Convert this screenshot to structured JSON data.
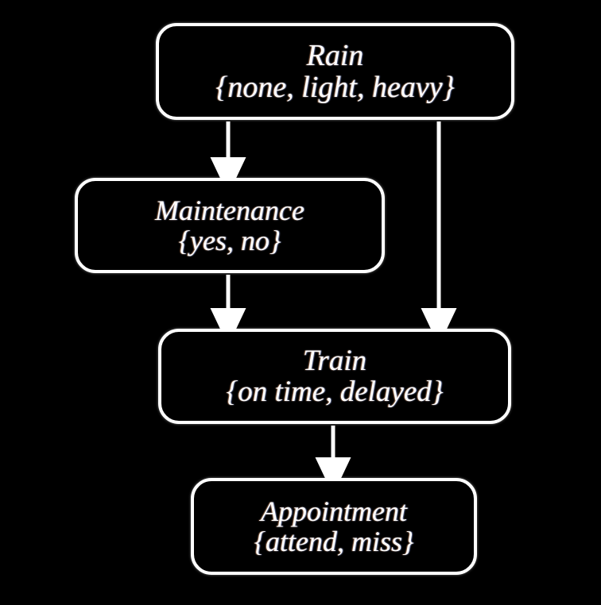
{
  "diagram": {
    "type": "causal-bayesian-network",
    "background_color": "#000000",
    "node_color": "#000000",
    "border_color": "#ffffff",
    "text_color": "#ffffff",
    "edge_color": "#ffffff",
    "nodes": [
      {
        "id": "rain",
        "title": "Rain",
        "states": "{none, light, heavy}",
        "state_list": [
          "none",
          "light",
          "heavy"
        ]
      },
      {
        "id": "maintenance",
        "title": "Maintenance",
        "states": "{yes, no}",
        "state_list": [
          "yes",
          "no"
        ]
      },
      {
        "id": "train",
        "title": "Train",
        "states": "{on time, delayed}",
        "state_list": [
          "on time",
          "delayed"
        ]
      },
      {
        "id": "appointment",
        "title": "Appointment",
        "states": "{attend, miss}",
        "state_list": [
          "attend",
          "miss"
        ]
      }
    ],
    "edges": [
      {
        "id": "rain-to-maintenance",
        "from": "Rain",
        "to": "Maintenance"
      },
      {
        "id": "rain-to-train",
        "from": "Rain",
        "to": "Train"
      },
      {
        "id": "maintenance-to-train",
        "from": "Maintenance",
        "to": "Train"
      },
      {
        "id": "train-to-appointment",
        "from": "Train",
        "to": "Appointment"
      }
    ]
  }
}
